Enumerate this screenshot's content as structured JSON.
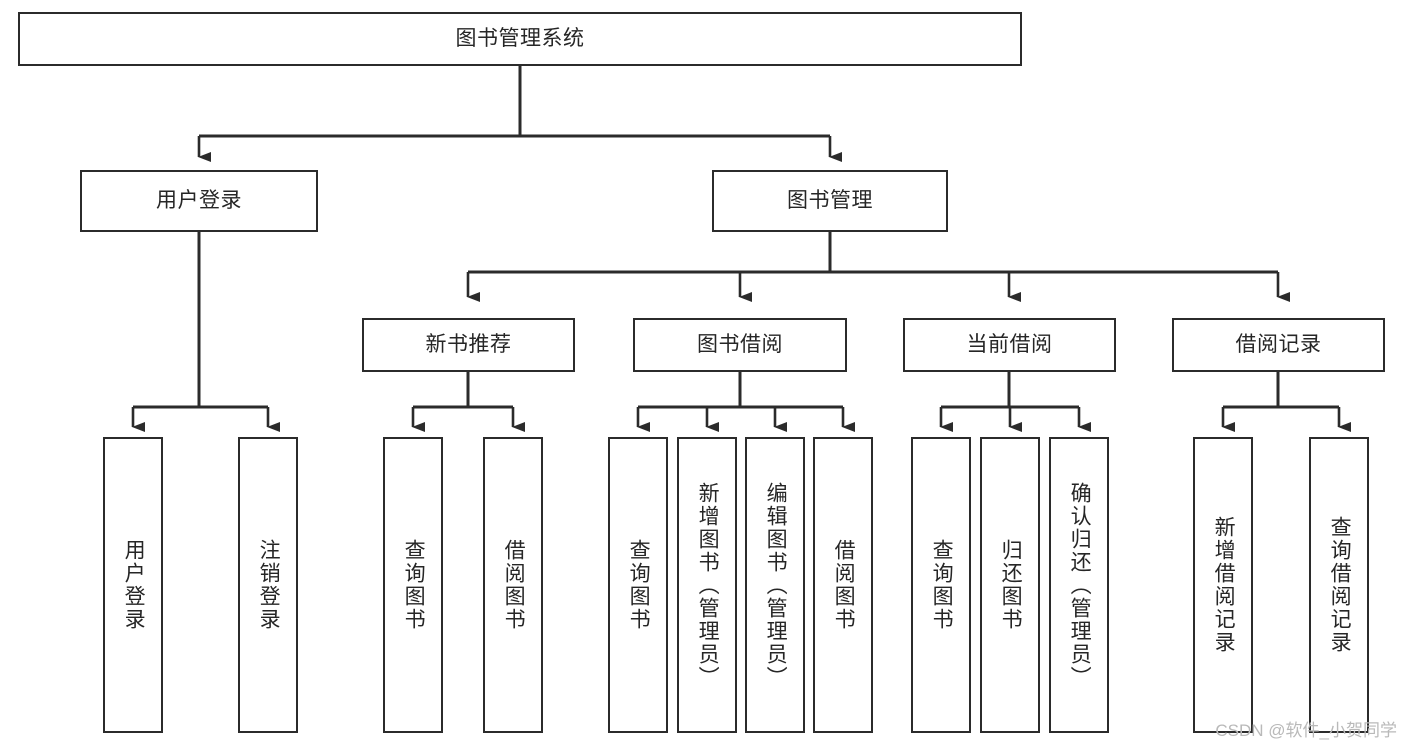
{
  "diagram": {
    "title": "图书管理系统",
    "type": "tree-hierarchy-chart",
    "orientation": "top-down",
    "colors": {
      "box_border": "#2b2b2b",
      "box_fill": "#ffffff",
      "text": "#262626",
      "edge": "#2b2b2b",
      "watermark": "#b9b9b9",
      "canvas": "#ffffff"
    },
    "nodes": {
      "root": {
        "label": "图书管理系统"
      },
      "level2": [
        {
          "label": "用户登录"
        },
        {
          "label": "图书管理"
        }
      ],
      "level3": [
        {
          "label": "新书推荐"
        },
        {
          "label": "图书借阅"
        },
        {
          "label": "当前借阅"
        },
        {
          "label": "借阅记录"
        }
      ],
      "leaves": {
        "user_login": [
          {
            "label": "用户登录"
          },
          {
            "label": "注销登录"
          }
        ],
        "new_book_recommend": [
          {
            "label": "查询图书"
          },
          {
            "label": "借阅图书"
          }
        ],
        "book_borrow": [
          {
            "label": "查询图书"
          },
          {
            "label": "新增图书（管理员）"
          },
          {
            "label": "编辑图书（管理员）"
          },
          {
            "label": "借阅图书"
          }
        ],
        "current_borrow": [
          {
            "label": "查询图书"
          },
          {
            "label": "归还图书"
          },
          {
            "label": "确认归还（管理员）"
          }
        ],
        "borrow_record": [
          {
            "label": "新增借阅记录"
          },
          {
            "label": "查询借阅记录"
          }
        ]
      }
    },
    "watermark": "CSDN @软件_小贺同学"
  }
}
